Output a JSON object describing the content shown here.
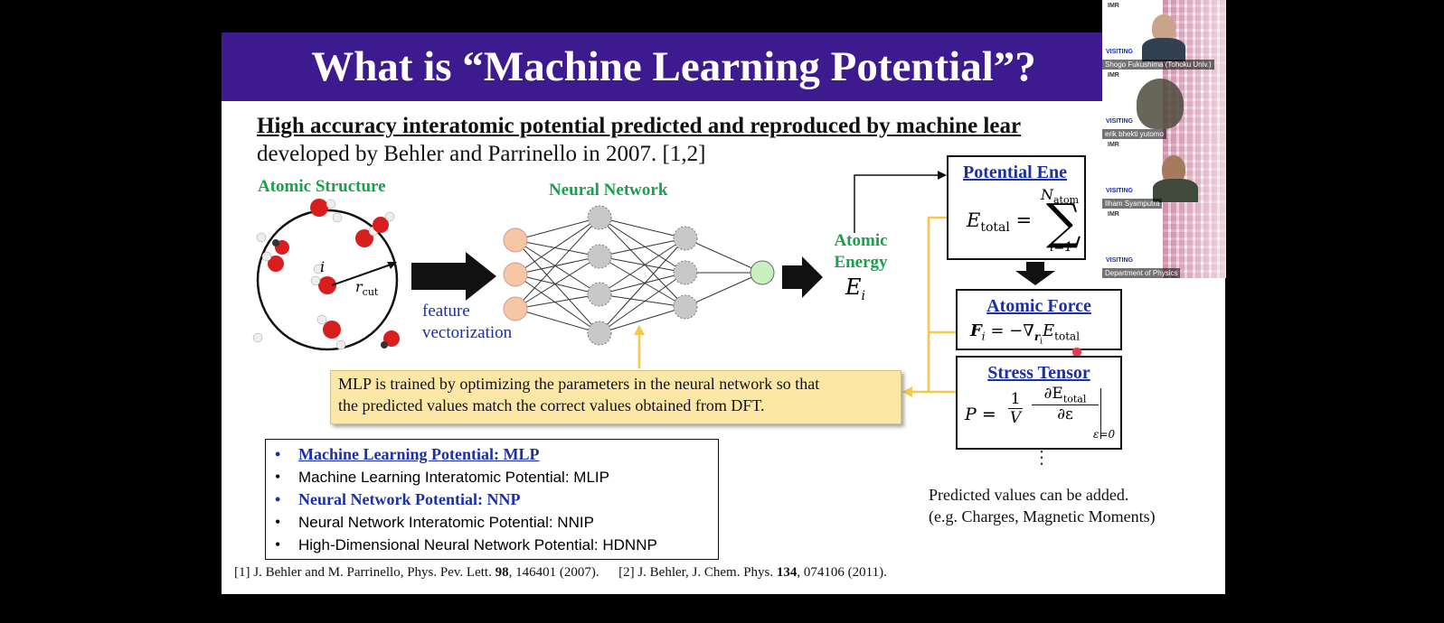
{
  "slide": {
    "title": "What is “Machine Learning Potential”?",
    "subtitle_line1": "High accuracy interatomic potential predicted and reproduced by machine lear",
    "subtitle_line2": "developed by Behler and Parrinello in 2007. [1,2]",
    "diagram": {
      "atomic_structure_label": "Atomic Structure",
      "atom_index_label": "i",
      "rcut_label": "r",
      "rcut_sub": "cut",
      "feature_label_1": "feature",
      "feature_label_2": "vectorization",
      "neural_network_label": "Neural Network",
      "atomic_energy_label_1": "Atomic",
      "atomic_energy_label_2": "Energy",
      "atomic_energy_symbol": "E",
      "atomic_energy_sub": "i"
    },
    "potential_energy": {
      "title": "Potential Ene",
      "lhs": "E",
      "lhs_sub": "total",
      "equals": "=",
      "sum_upper": "N",
      "sum_upper_sub": "atom",
      "sum_lower": "i=1"
    },
    "atomic_force": {
      "title": "Atomic Force",
      "formula": "F",
      "formula_sub": "i",
      "formula_rest": " = −∇",
      "nabla_sub": "r",
      "nabla_sub_sub": "i",
      "energy": "E",
      "energy_sub": "total"
    },
    "stress_tensor": {
      "title": "Stress Tensor",
      "lhs": "P =",
      "frac1_num": "1",
      "frac1_den": "V",
      "frac2_num": "∂E",
      "frac2_num_sub": "total",
      "frac2_den": "∂ε",
      "eval_sub": "ε=0"
    },
    "vdots": "⋮",
    "callout_line1": "MLP is trained by optimizing the parameters in the neural network so that",
    "callout_line2": "the predicted values match the correct values obtained from DFT.",
    "glossary": [
      {
        "bullet": "•",
        "text": "Machine Learning Potential: MLP"
      },
      {
        "bullet": "•",
        "text": "Machine Learning Interatomic Potential: MLIP"
      },
      {
        "bullet": "•",
        "text": "Neural Network Potential: NNP"
      },
      {
        "bullet": "•",
        "text": "Neural Network Interatomic Potential: NNIP"
      },
      {
        "bullet": "•",
        "text": "High-Dimensional Neural Network Potential: HDNNP"
      }
    ],
    "note_line1": "Predicted values can be added.",
    "note_line2": "(e.g. Charges, Magnetic Moments)",
    "references": {
      "ref1_prefix": "[1] J. Behler and M. Parrinello, Phys. Pev. Lett. ",
      "ref1_volume": "98",
      "ref1_suffix": ", 146401 (2007).",
      "ref2_prefix": "[2] J. Behler, J. Chem. Phys. ",
      "ref2_volume": "134",
      "ref2_suffix": ", 074106 (2011)."
    }
  },
  "participants": [
    {
      "name": "Shogo Fukushima (Tohoku Univ.)",
      "logo": "IMR",
      "banner": "VISITING"
    },
    {
      "name": "erik bhekti yutomo",
      "logo": "IMR",
      "banner": "VISITING"
    },
    {
      "name": "Ilham Syamputra",
      "logo": "IMR",
      "banner": "VISITING"
    },
    {
      "name": "Department of Physics",
      "logo": "IMR",
      "banner": "VISITING"
    }
  ],
  "colors": {
    "title_bar": "#3d1a8e",
    "green_label": "#1aa04a",
    "blue_label": "#1a2fa8",
    "callout_bg": "#fde7a6",
    "yellow_connector": "#f5c84a"
  }
}
